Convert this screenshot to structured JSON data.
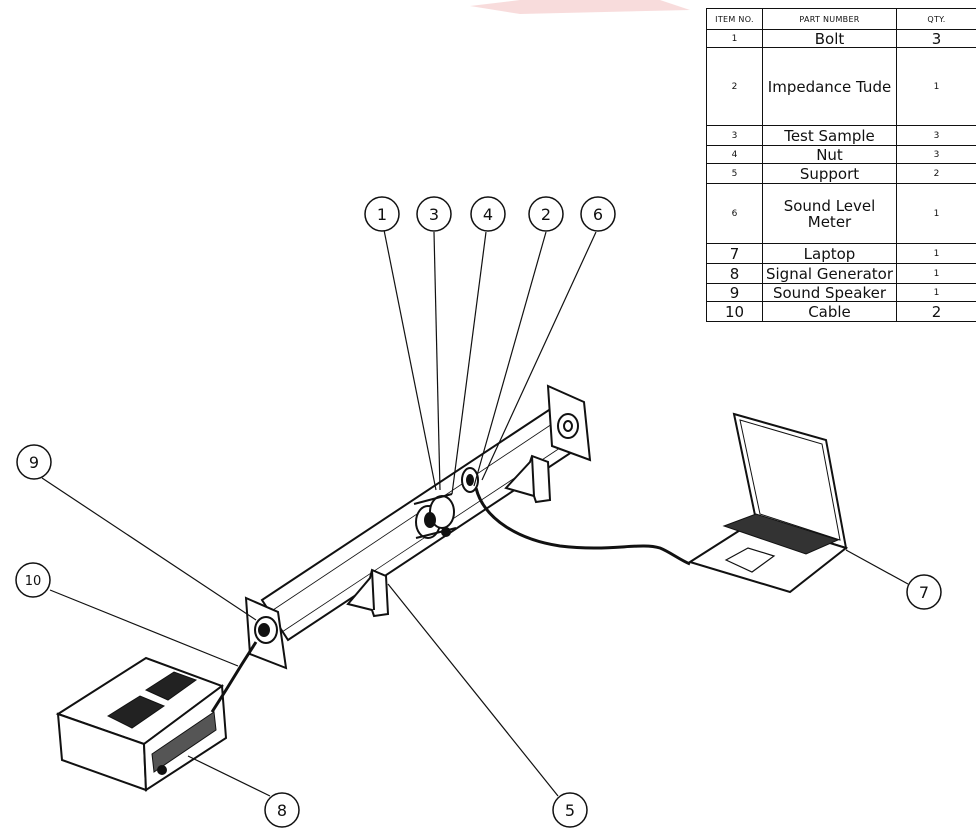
{
  "bom": {
    "headers": {
      "item": "ITEM NO.",
      "part": "PART NUMBER",
      "qty": "QTY."
    },
    "rows": [
      {
        "item": "1",
        "part": "Bolt",
        "qty": "3"
      },
      {
        "item": "2",
        "part": "Impedance Tude",
        "qty": "1"
      },
      {
        "item": "3",
        "part": "Test Sample",
        "qty": "3"
      },
      {
        "item": "4",
        "part": "Nut",
        "qty": "3"
      },
      {
        "item": "5",
        "part": "Support",
        "qty": "2"
      },
      {
        "item": "6",
        "part": "Sound Level Meter",
        "qty": "1"
      },
      {
        "item": "7",
        "part": "Laptop",
        "qty": "1"
      },
      {
        "item": "8",
        "part": "Signal Generator",
        "qty": "1"
      },
      {
        "item": "9",
        "part": "Sound Speaker",
        "qty": "1"
      },
      {
        "item": "10",
        "part": "Cable",
        "qty": "2"
      }
    ]
  },
  "balloons": {
    "b1": "1",
    "b2": "2",
    "b3": "3",
    "b4": "4",
    "b5": "5",
    "b6": "6",
    "b7": "7",
    "b8": "8",
    "b9": "9",
    "b10": "10"
  },
  "colors": {
    "line": "#111111",
    "paper": "#ffffff",
    "accent_mark": "#e84a4a"
  }
}
